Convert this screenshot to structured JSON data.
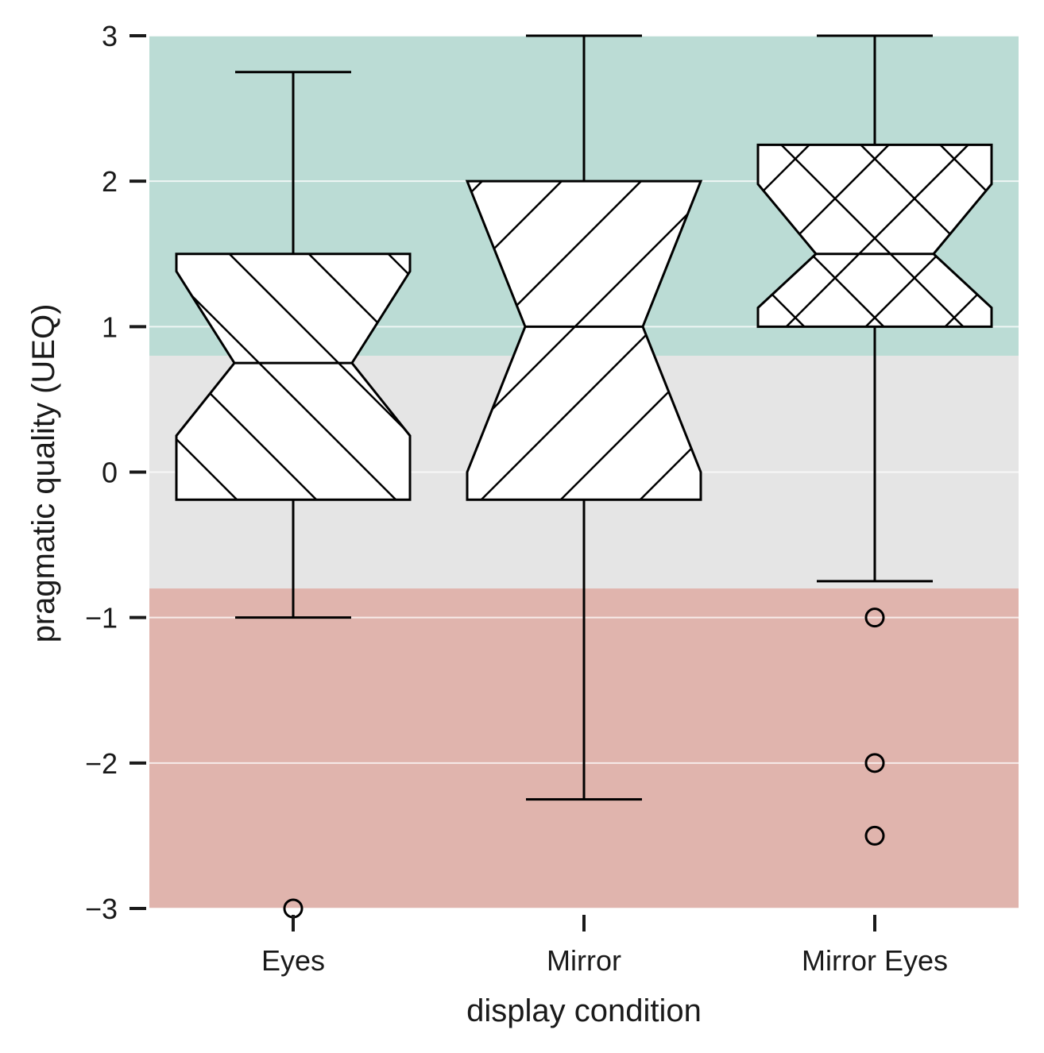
{
  "chart_data": {
    "type": "box",
    "xlabel": "display condition",
    "ylabel": "pragmatic quality (UEQ)",
    "ylim": [
      -3,
      3
    ],
    "yticks": [
      3,
      2,
      1,
      0,
      -1,
      -2,
      -3
    ],
    "ytick_labels": [
      "3",
      "2",
      "1",
      "0",
      "−1",
      "−2",
      "−3"
    ],
    "categories": [
      "Eyes",
      "Mirror",
      "Mirror Eyes"
    ],
    "boxes": [
      {
        "category": "Eyes",
        "whisker_low": -1,
        "q1": -0.19,
        "median": 0.75,
        "q3": 1.5,
        "whisker_high": 2.75,
        "notch_low": 0.25,
        "notch_high": 1.38,
        "outliers": [
          -3
        ],
        "hatch": "backslash"
      },
      {
        "category": "Mirror",
        "whisker_low": -2.25,
        "q1": -0.19,
        "median": 1.0,
        "q3": 2.0,
        "whisker_high": 3.0,
        "notch_low": 0.0,
        "notch_high": 2.0,
        "outliers": [],
        "hatch": "slash"
      },
      {
        "category": "Mirror Eyes",
        "whisker_low": -0.75,
        "q1": 1.0,
        "median": 1.5,
        "q3": 2.25,
        "whisker_high": 3.0,
        "notch_low": 1.13,
        "notch_high": 1.98,
        "outliers": [
          -1,
          -2,
          -2.5
        ],
        "hatch": "cross"
      }
    ],
    "background_bands": [
      {
        "from": 0.8,
        "to": 3.0,
        "color": "#bbdcd5"
      },
      {
        "from": -0.8,
        "to": 0.8,
        "color": "#e5e5e5"
      },
      {
        "from": -3.0,
        "to": -0.8,
        "color": "#e0b4ad"
      }
    ],
    "grid": true,
    "colors": {
      "box_fill": "#ffffff",
      "stroke": "#000000",
      "grid_line": "#ffffff"
    }
  }
}
